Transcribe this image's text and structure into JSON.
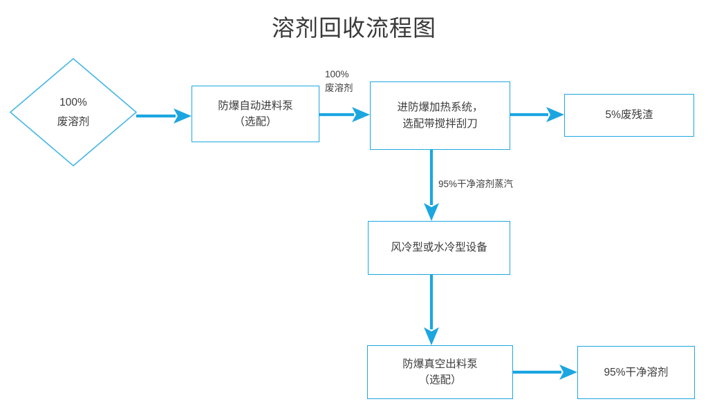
{
  "title": "溶剂回收流程图",
  "theme": {
    "accent": "#1ba6e0",
    "arrow": "#1ba6e0",
    "diamond_border": "#4bb8e4",
    "text": "#3b3b3b",
    "background": "#ffffff"
  },
  "chart_data": {
    "type": "diagram",
    "title": "溶剂回收流程图",
    "nodes": [
      {
        "id": "waste-solvent",
        "shape": "diamond",
        "lines": [
          "100%",
          "废溶剂"
        ]
      },
      {
        "id": "feed-pump",
        "shape": "rect",
        "lines": [
          "防爆自动进料泵",
          "（选配）"
        ]
      },
      {
        "id": "heating",
        "shape": "rect",
        "lines": [
          "进防爆加热系统，",
          "选配带搅拌刮刀"
        ]
      },
      {
        "id": "residue",
        "shape": "rect",
        "lines": [
          "5%废残渣"
        ]
      },
      {
        "id": "condenser",
        "shape": "rect",
        "lines": [
          "风冷型或水冷型设备"
        ]
      },
      {
        "id": "vacuum-pump",
        "shape": "rect",
        "lines": [
          "防爆真空出料泵",
          "（选配）"
        ]
      },
      {
        "id": "clean-solvent",
        "shape": "rect",
        "lines": [
          "95%干净溶剂"
        ]
      }
    ],
    "edges": [
      {
        "from": "waste-solvent",
        "to": "feed-pump",
        "label": "",
        "direction": "right"
      },
      {
        "from": "feed-pump",
        "to": "heating",
        "label": "100%\n废溶剂",
        "direction": "right"
      },
      {
        "from": "heating",
        "to": "residue",
        "label": "",
        "direction": "right"
      },
      {
        "from": "heating",
        "to": "condenser",
        "label": "95%干净溶剂蒸汽",
        "direction": "down"
      },
      {
        "from": "condenser",
        "to": "vacuum-pump",
        "label": "",
        "direction": "down"
      },
      {
        "from": "vacuum-pump",
        "to": "clean-solvent",
        "label": "",
        "direction": "right"
      }
    ]
  },
  "nodes": {
    "waste_solvent": {
      "line1": "100%",
      "line2": "废溶剂"
    },
    "feed_pump": {
      "line1": "防爆自动进料泵",
      "line2": "（选配）"
    },
    "heating": {
      "line1": "进防爆加热系统，",
      "line2": "选配带搅拌刮刀"
    },
    "residue": {
      "line1": "5%废残渣"
    },
    "condenser": {
      "line1": "风冷型或水冷型设备"
    },
    "vacuum_pump": {
      "line1": "防爆真空出料泵",
      "line2": "（选配）"
    },
    "clean_solvent": {
      "line1": "95%干净溶剂"
    }
  },
  "edge_labels": {
    "feed_to_heat_line1": "100%",
    "feed_to_heat_line2": "废溶剂",
    "heat_to_condenser": "95%干净溶剂蒸汽"
  }
}
